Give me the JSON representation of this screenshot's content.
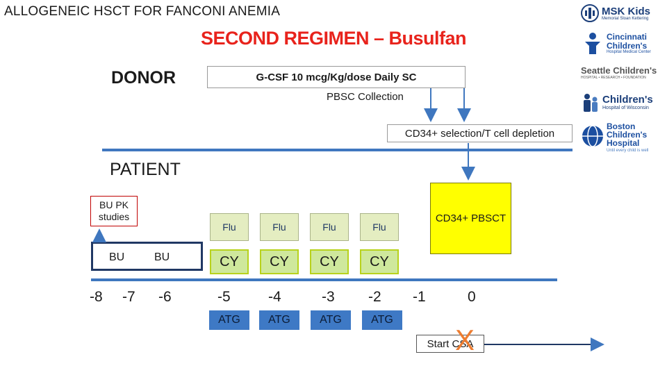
{
  "header": {
    "title": "ALLOGENEIC HSCT FOR FANCONI ANEMIA",
    "subtitle": "SECOND REGIMEN – Busulfan"
  },
  "donor": {
    "label": "DONOR",
    "gcsf": "G-CSF 10 mcg/Kg/dose Daily SC",
    "pbsc_collection": "PBSC Collection",
    "cd34_selection": "CD34+ selection/T cell depletion"
  },
  "patient": {
    "label": "PATIENT",
    "bu_pk": "BU PK studies",
    "bu": [
      "BU",
      "BU"
    ],
    "flu": [
      "Flu",
      "Flu",
      "Flu",
      "Flu"
    ],
    "cy": [
      "CY",
      "CY",
      "CY",
      "CY"
    ],
    "atg": [
      "ATG",
      "ATG",
      "ATG",
      "ATG"
    ],
    "cd34_pbsct": "CD34+ PBSCT",
    "days": [
      "-8",
      "-7",
      "-6",
      "-5",
      "-4",
      "-3",
      "-2",
      "-1",
      "0"
    ],
    "start_csa": "Start CSA",
    "x_mark": "X"
  },
  "logos": [
    {
      "name": "MSK Kids",
      "sub": "Memorial Sloan Kettering",
      "color": "#1c3f7a"
    },
    {
      "name": "Cincinnati Children's",
      "sub": "Hospital Medical Center",
      "color": "#1c4fa0"
    },
    {
      "name": "Seattle Children's",
      "sub": "HOSPITAL • RESEARCH • FOUNDATION",
      "color": "#555555"
    },
    {
      "name": "Children's",
      "sub": "Hospital of Wisconsin",
      "color": "#1c3f7a"
    },
    {
      "name": "Boston Children's Hospital",
      "sub": "Until every child is well",
      "color": "#1c4fa0"
    }
  ],
  "colors": {
    "title_red": "#e8231c",
    "line_blue": "#3f77bf",
    "atg_blue": "#3e79c5",
    "flu_fill": "#e4edc1",
    "cy_fill": "#cfe89c",
    "pbsct_yellow": "#ffff00",
    "x_orange": "#ed7d31"
  }
}
